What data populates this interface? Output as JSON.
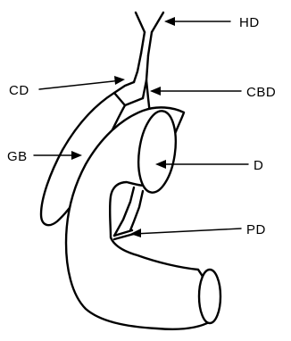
{
  "labels": {
    "hd": "HD",
    "cd": "CD",
    "cbd": "CBD",
    "gb": "GB",
    "d": "D",
    "pd": "PD"
  },
  "colors": {
    "line": "#000000",
    "background": "#ffffff"
  }
}
